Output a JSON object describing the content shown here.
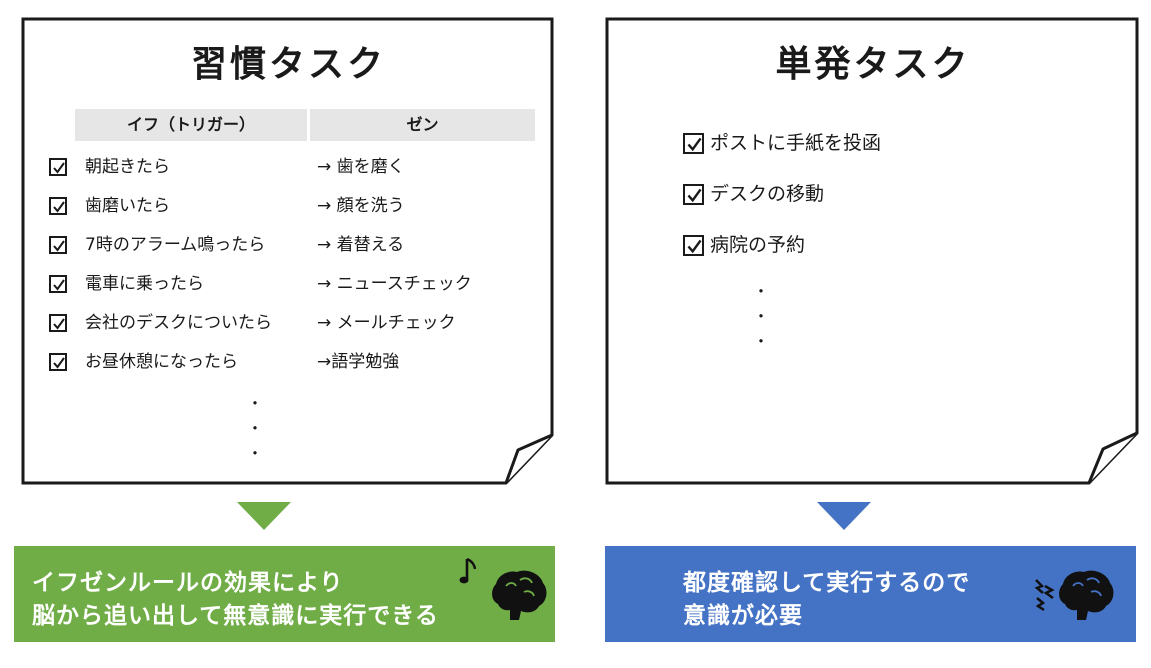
{
  "colors": {
    "green_banner": "#70ad47",
    "blue_banner": "#4472c4",
    "green_arrow": "#70ad47",
    "blue_arrow": "#4472c4",
    "header_bg": "#e6e6e6"
  },
  "habit": {
    "title": "習慣タスク",
    "col_if": "イフ（トリガー）",
    "col_then": "ゼン",
    "rows": [
      {
        "trigger": "朝起きたら",
        "action": "→ 歯を磨く"
      },
      {
        "trigger": "歯磨いたら",
        "action": "→ 顔を洗う"
      },
      {
        "trigger": "7時のアラーム鳴ったら",
        "action": "→ 着替える"
      },
      {
        "trigger": "電車に乗ったら",
        "action": "→ ニュースチェック"
      },
      {
        "trigger": "会社のデスクについたら",
        "action": "→ メールチェック"
      },
      {
        "trigger": "お昼休憩になったら",
        "action": "→語学勉強"
      }
    ],
    "dot": "・"
  },
  "single": {
    "title": "単発タスク",
    "items": [
      "ポストに手紙を投函",
      "デスクの移動",
      "病院の予約"
    ],
    "dot": "・"
  },
  "banner_left": {
    "line1": "イフゼンルールの効果により",
    "line2": "脳から追い出して無意識に実行できる",
    "icon": "music-note-icon"
  },
  "banner_right": {
    "line1": "都度確認して実行するので",
    "line2": "意識が必要",
    "icon": "stress-spark-icon"
  }
}
